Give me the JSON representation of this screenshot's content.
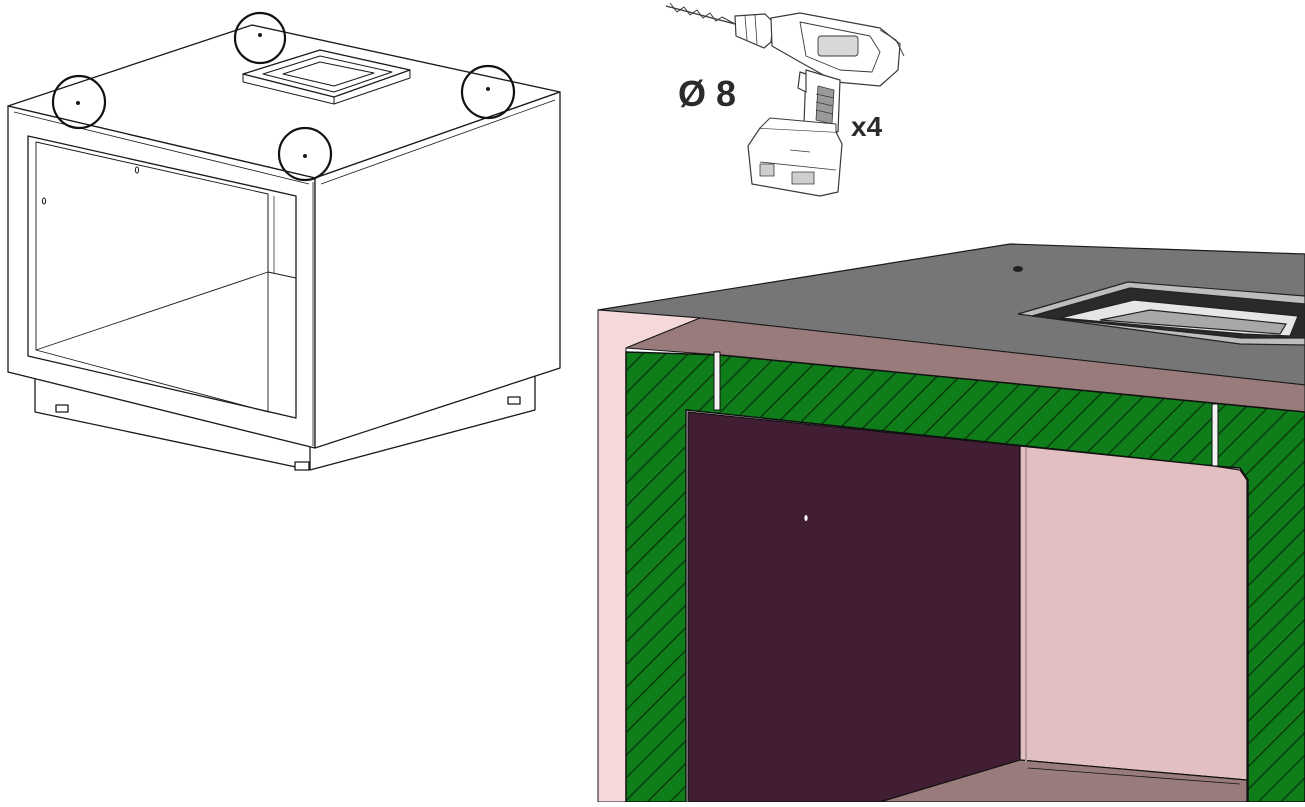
{
  "annotations": {
    "drill_diameter": "Ø 8",
    "hole_count": "x4"
  },
  "icons": {
    "tool": "cordless-drill-icon",
    "marker": "circle-marker-icon"
  },
  "colors": {
    "outline": "#1a1a1a",
    "section_hatch": "#0f7d1a",
    "section_hatch_lines": "#0a3d0e",
    "interior_dark": "#411e33",
    "interior_light": "#e2bfc1",
    "side_panel": "#f5d9da",
    "top_surface": "#757575",
    "top_edge_band": "#9a7b7c"
  },
  "hole_markers": 4
}
